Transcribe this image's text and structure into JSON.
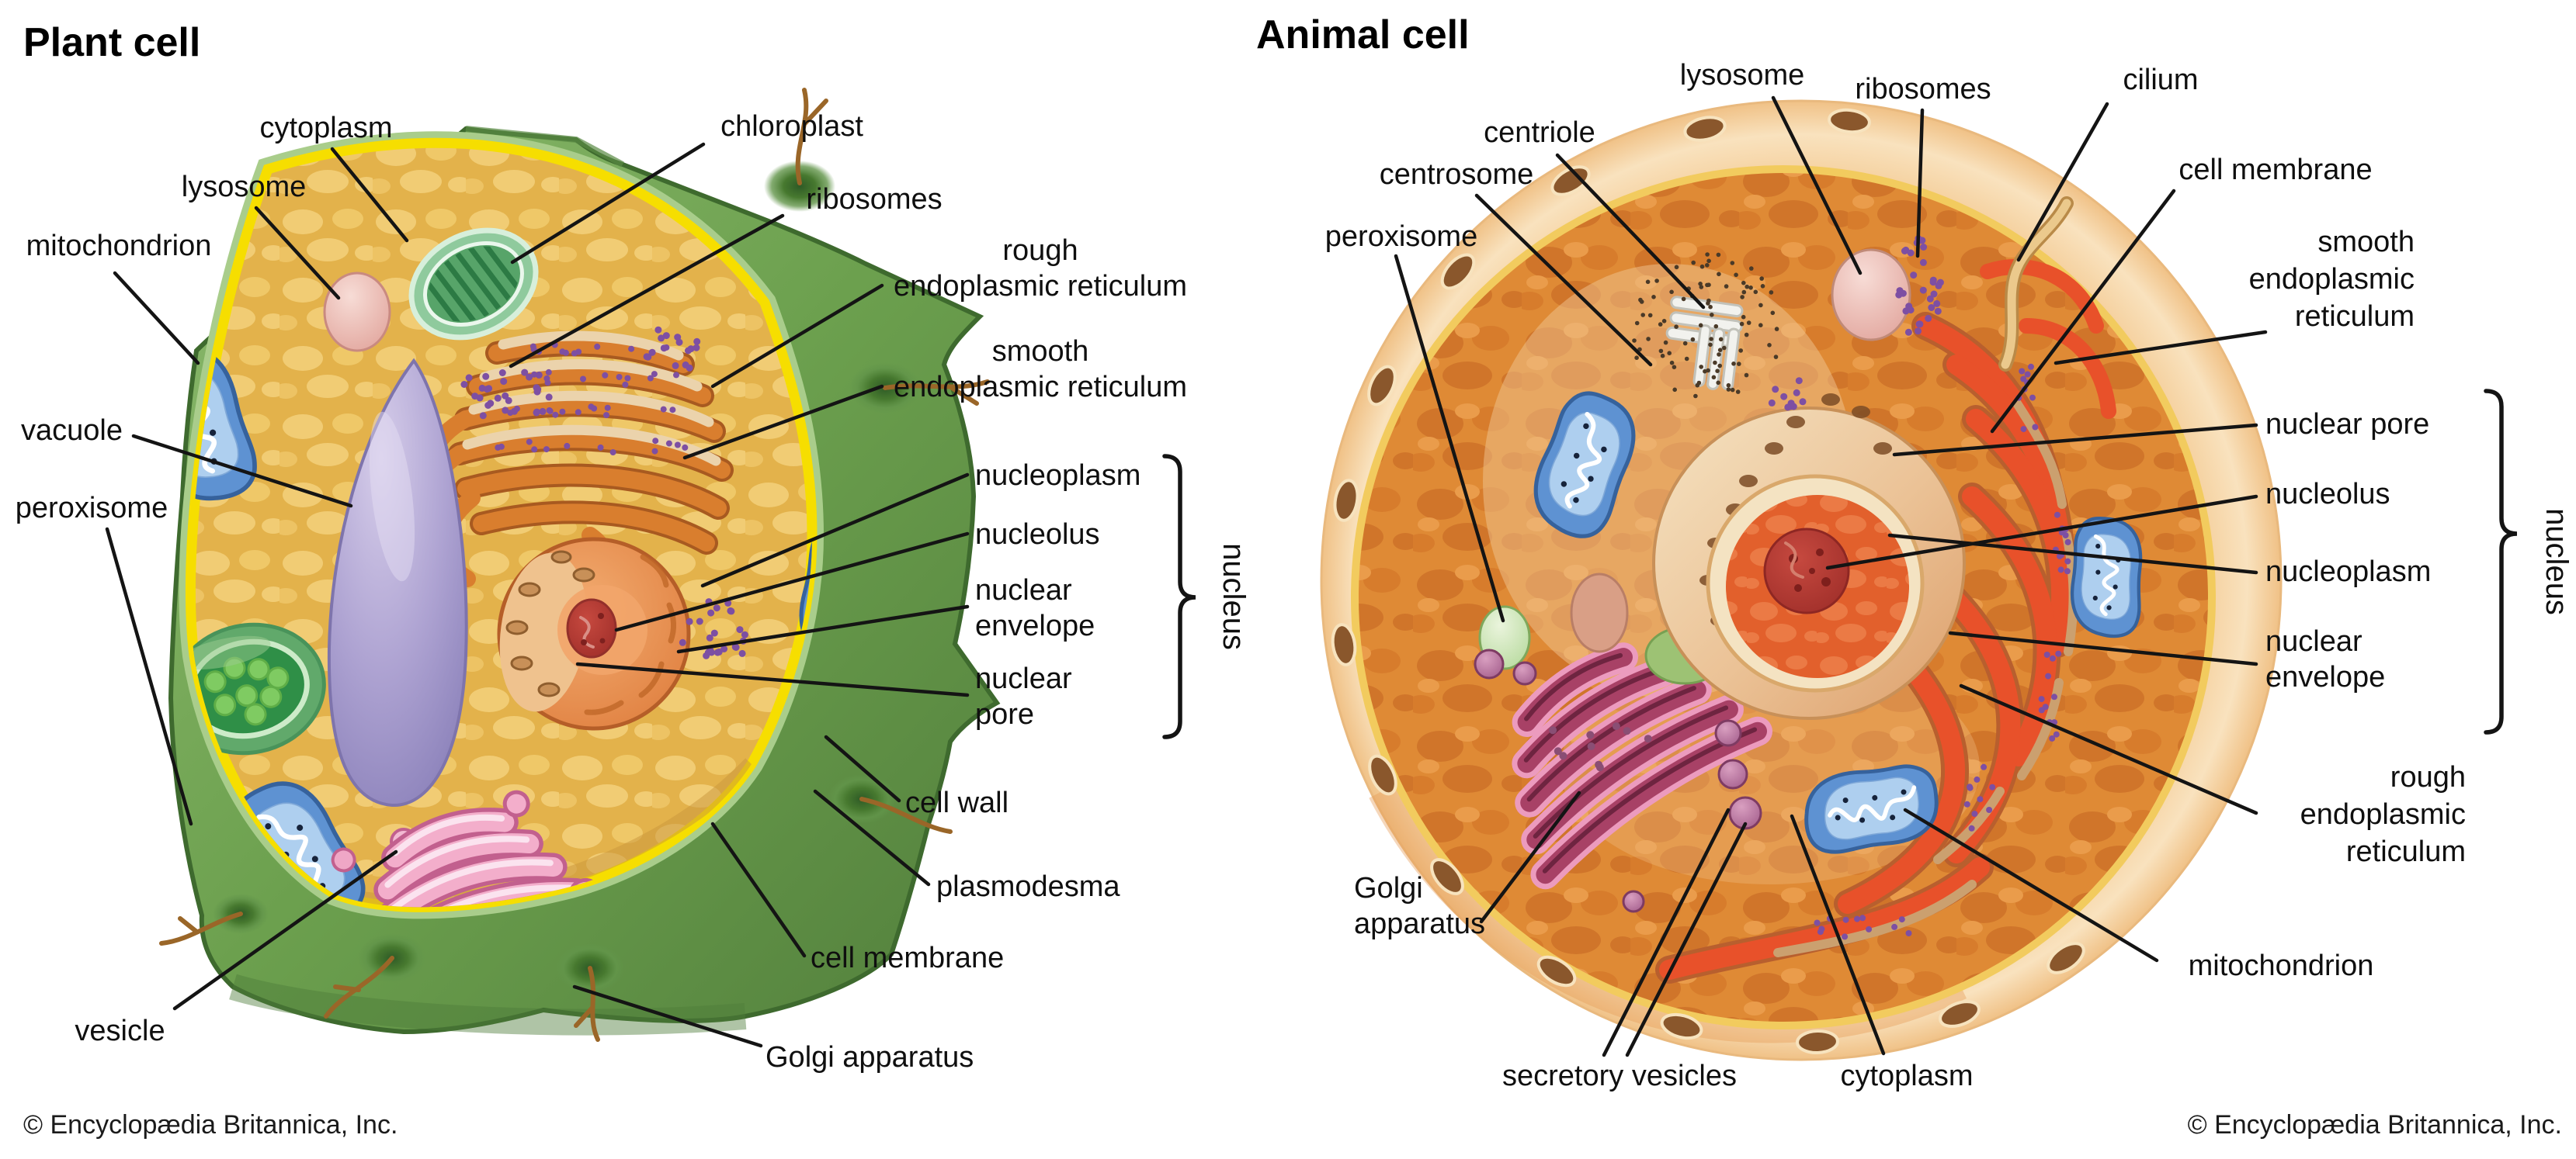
{
  "plant": {
    "title": "Plant cell",
    "credit": "© Encyclopædia Britannica, Inc.",
    "nucleus_group": "nucleus",
    "labels": {
      "cytoplasm": [
        "cytoplasm"
      ],
      "lysosome": [
        "lysosome"
      ],
      "mitochondrion": [
        "mitochondrion"
      ],
      "vacuole": [
        "vacuole"
      ],
      "peroxisome": [
        "peroxisome"
      ],
      "vesicle": [
        "vesicle"
      ],
      "chloroplast": [
        "chloroplast"
      ],
      "ribosomes": [
        "ribosomes"
      ],
      "rough_er": [
        "rough",
        "endoplasmic reticulum"
      ],
      "smooth_er": [
        "smooth",
        "endoplasmic reticulum"
      ],
      "nucleoplasm": [
        "nucleoplasm"
      ],
      "nucleolus": [
        "nucleolus"
      ],
      "nuclear_envelope": [
        "nuclear",
        "envelope"
      ],
      "nuclear_pore": [
        "nuclear",
        "pore"
      ],
      "cell_wall": [
        "cell wall"
      ],
      "plasmodesma": [
        "plasmodesma"
      ],
      "cell_membrane": [
        "cell membrane"
      ],
      "golgi": [
        "Golgi apparatus"
      ]
    }
  },
  "animal": {
    "title": "Animal cell",
    "credit": "© Encyclopædia Britannica, Inc.",
    "nucleus_group": "nucleus",
    "labels": {
      "peroxisome": [
        "peroxisome"
      ],
      "centrosome": [
        "centrosome"
      ],
      "centriole": [
        "centriole"
      ],
      "lysosome": [
        "lysosome"
      ],
      "ribosomes": [
        "ribosomes"
      ],
      "cilium": [
        "cilium"
      ],
      "cell_membrane": [
        "cell membrane"
      ],
      "smooth_er": [
        "smooth",
        "endoplasmic",
        "reticulum"
      ],
      "nuclear_pore": [
        "nuclear pore"
      ],
      "nucleolus": [
        "nucleolus"
      ],
      "nucleoplasm": [
        "nucleoplasm"
      ],
      "nuclear_envelope": [
        "nuclear",
        "envelope"
      ],
      "rough_er": [
        "rough",
        "endoplasmic",
        "reticulum"
      ],
      "mitochondrion": [
        "mitochondrion"
      ],
      "golgi": [
        "Golgi",
        "apparatus"
      ],
      "secretory_vesicles": [
        "secretory vesicles"
      ],
      "cytoplasm": [
        "cytoplasm"
      ]
    }
  },
  "colors": {
    "leader_line": "#141414",
    "plant_wall": "#6CA04E",
    "plant_cytoplasm": "#E3B24B",
    "plant_membrane": "#F6DE00",
    "vacuole": "#AEA3D2",
    "mitochondrion_blue": "#5E92D2",
    "chloroplast_green": "#2F8F47",
    "golgi_plant_pink": "#F3AECB",
    "nucleus_plant_orange": "#E08040",
    "nucleolus_red": "#B23833",
    "er_orange": "#D97E2E",
    "ribosome_purple": "#7D4FA3",
    "animal_shell": "#F5CD98",
    "animal_cytoplasm": "#DF8A35",
    "animal_nucleus_interior": "#E2602C",
    "rough_er_red": "#E8512A",
    "golgi_animal_maroon": "#A84166"
  }
}
